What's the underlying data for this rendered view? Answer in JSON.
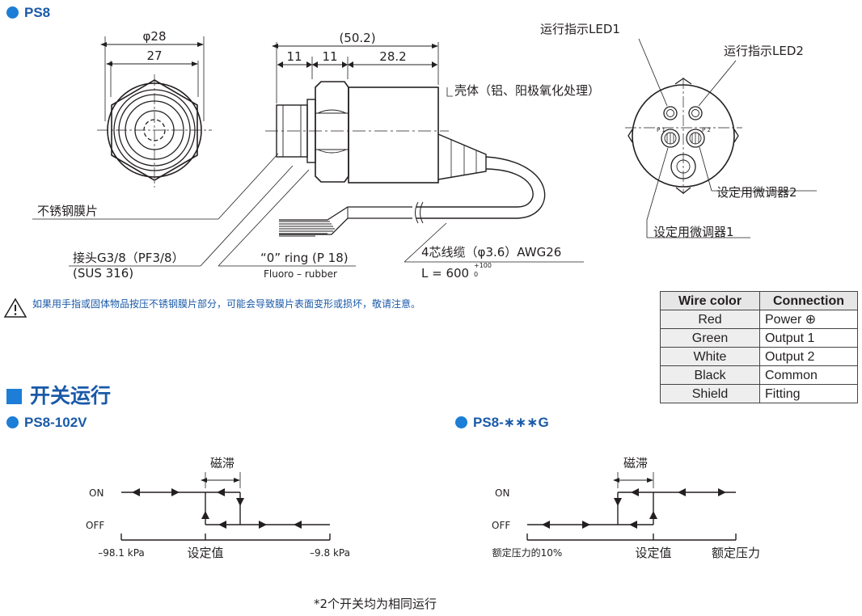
{
  "headings": {
    "ps8": "PS8",
    "section": "开关运行",
    "ps8_102v": "PS8-102V",
    "ps8_g": "PS8-∗∗∗G"
  },
  "front_view": {
    "dim_outer": "φ28",
    "dim_hex": "27"
  },
  "side_view": {
    "dim_total": "(50.2)",
    "dim_a": "11",
    "dim_b": "11",
    "dim_c": "28.2",
    "housing": "壳体（铝、阳极氧化处理）",
    "diaphragm": "不锈钢膜片",
    "connector_1": "接头G3/8（PF3/8）",
    "connector_2": "(SUS 316)",
    "oring_1": "“0” ring (P 18)",
    "oring_2": "Fluoro – rubber",
    "cable_1": "4芯线缆（φ3.6）AWG26",
    "cable_2": "L = 600",
    "cable_tol_upper": "+100",
    "cable_tol_lower": "0"
  },
  "rear_view": {
    "led1": "运行指示LED1",
    "led2": "运行指示LED2",
    "pot2": "设定用微调器2",
    "pot1": "设定用微调器1",
    "p1": "P 1",
    "p2": "P 2"
  },
  "caution_text": "如果用手指或固体物品按压不锈钢膜片部分，可能会导致膜片表面变形或损坏，敬请注意。",
  "wire_table": {
    "headers": [
      "Wire color",
      "Connection"
    ],
    "rows": [
      [
        "Red",
        "Power  ⊕"
      ],
      [
        "Green",
        "Output 1"
      ],
      [
        "White",
        "Output 2"
      ],
      [
        "Black",
        "Common"
      ],
      [
        "Shield",
        "Fitting"
      ]
    ]
  },
  "timing_102v": {
    "hysteresis": "磁滞",
    "on": "ON",
    "off": "OFF",
    "x_left": "–98.1 kPa",
    "x_mid": "设定值",
    "x_right": "–9.8 kPa"
  },
  "timing_g": {
    "hysteresis": "磁滞",
    "on": "ON",
    "off": "OFF",
    "x_left": "额定压力的10%",
    "x_mid": "设定值",
    "x_right": "额定压力"
  },
  "footnote": "*2个开关均为相同运行"
}
